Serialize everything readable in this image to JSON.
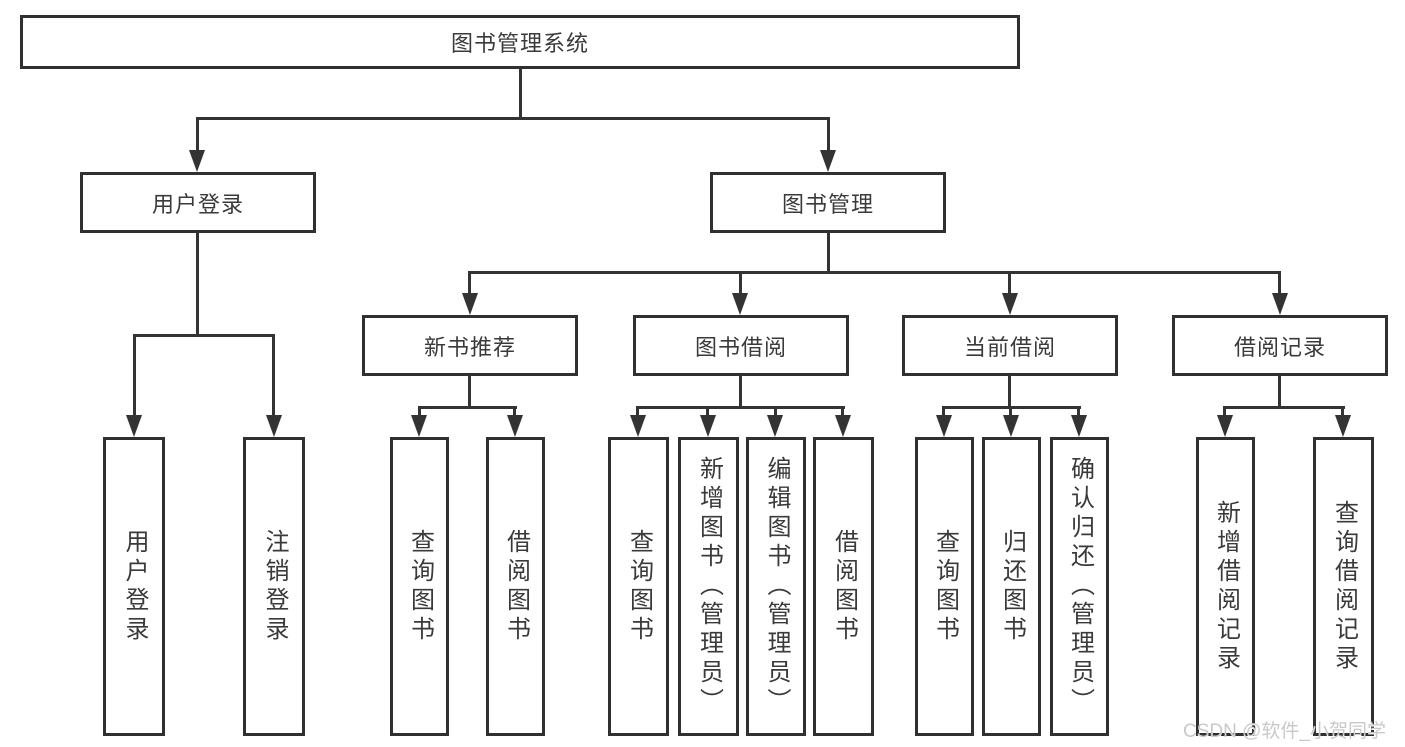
{
  "tree": {
    "root": "图书管理系统",
    "branches": [
      {
        "label": "用户登录",
        "leaves": [
          "用户登录",
          "注销登录"
        ]
      },
      {
        "label": "图书管理",
        "groups": [
          {
            "label": "新书推荐",
            "leaves": [
              "查询图书",
              "借阅图书"
            ]
          },
          {
            "label": "图书借阅",
            "leaves": [
              "查询图书",
              "新增图书（管理员）",
              "编辑图书（管理员）",
              "借阅图书"
            ]
          },
          {
            "label": "当前借阅",
            "leaves": [
              "查询图书",
              "归还图书",
              "确认归还（管理员）"
            ]
          },
          {
            "label": "借阅记录",
            "leaves": [
              "新增借阅记录",
              "查询借阅记录"
            ]
          }
        ]
      }
    ]
  },
  "watermark": "CSDN @软件_小贺同学",
  "colors": {
    "line": "#333333",
    "box_border": "#303030",
    "text": "#3a3a3a",
    "watermark": "#c9c9c9",
    "background": "#ffffff"
  }
}
